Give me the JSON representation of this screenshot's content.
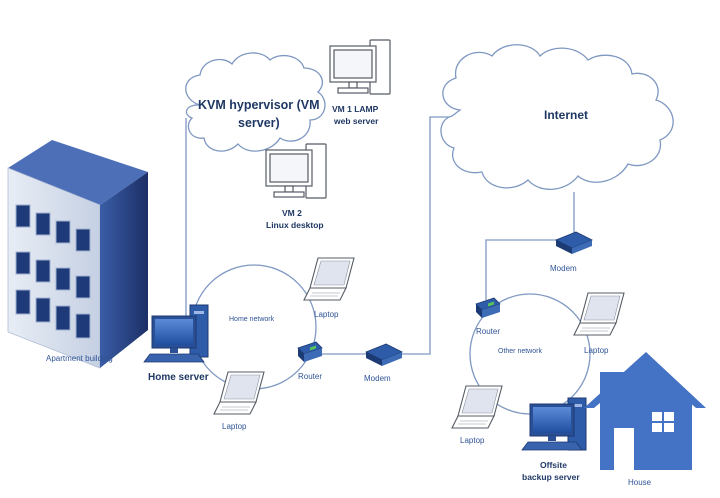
{
  "labels": {
    "kvm": "KVM hypervisor (VM server)",
    "kvm_line1": "KVM hypervisor (VM",
    "kvm_line2": "server)",
    "vm1_line1": "VM 1 LAMP",
    "vm1_line2": "web server",
    "vm2_line1": "VM 2",
    "vm2_line2": "Linux desktop",
    "internet": "Internet",
    "apartment": "Apartment building",
    "home_server": "Home server",
    "home_network": "Home network",
    "laptop": "Laptop",
    "router": "Router",
    "modem": "Modem",
    "other_network": "Other network",
    "offsite_line1": "Offsite",
    "offsite_line2": "backup server",
    "house": "House"
  },
  "icons": [
    "apartment-building-icon",
    "desktop-computer-icon",
    "laptop-icon",
    "router-icon",
    "modem-icon",
    "cloud-icon",
    "house-icon"
  ],
  "colors": {
    "cloud_stroke": "#7f98c2",
    "line": "#7f98c2",
    "device_blue": "#2e5ca8",
    "label_blue": "#2f5496",
    "label_dark": "#1f3864",
    "house_blue": "#4472c4"
  }
}
